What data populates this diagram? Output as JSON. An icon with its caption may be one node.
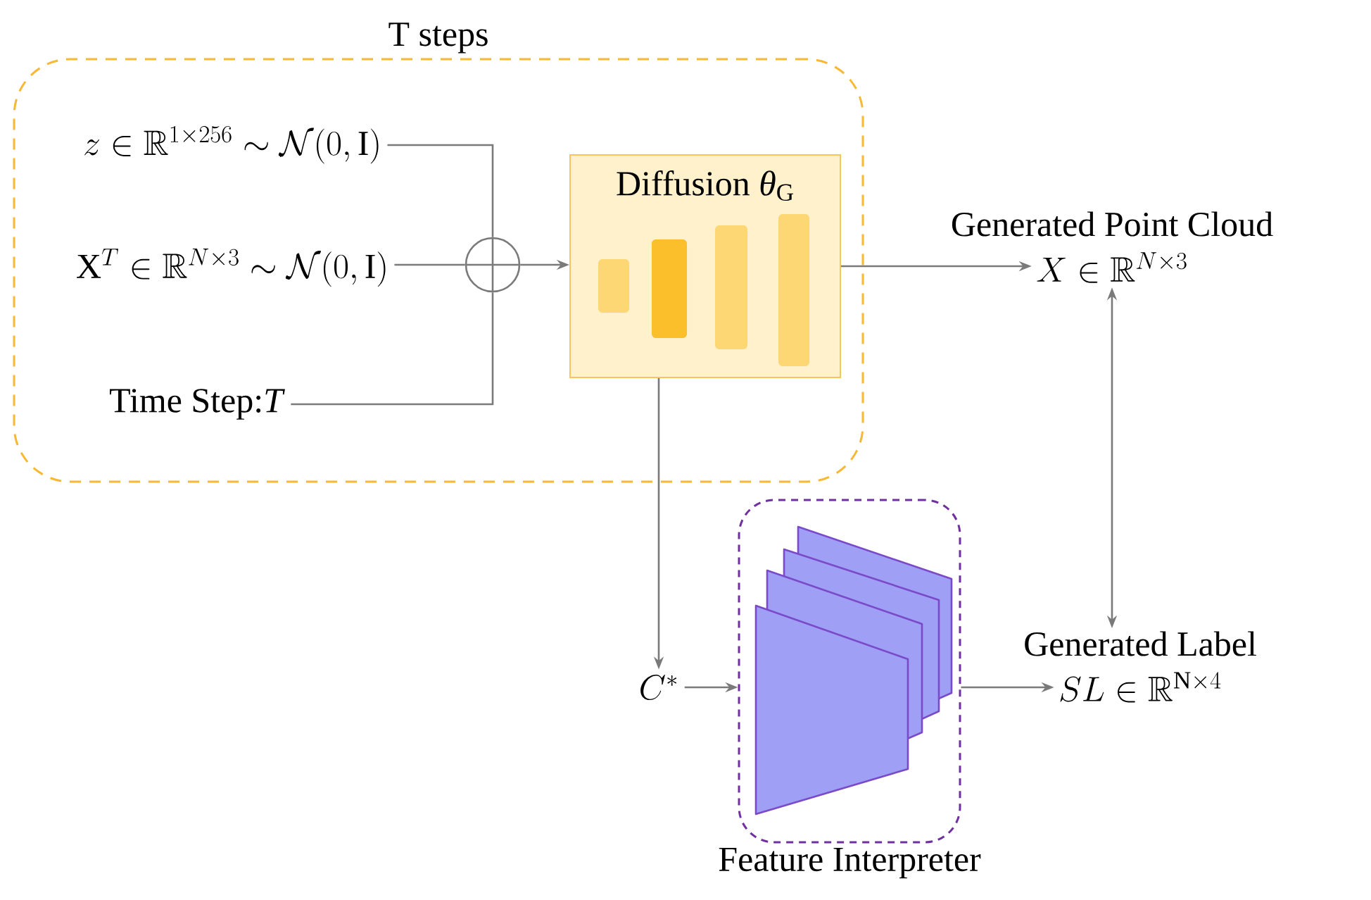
{
  "diagram": {
    "nodes": [
      {
        "text": [
          "T steps"
        ]
      },
      {
        "text": [
          "z \\in \\mathbb{R}^{1\\times 256}\\sim\\mathcal{N}(0,\\mathrm{I})"
        ],
        "in": 0
      },
      {
        "text": [
          "\\mathrm{X}^{T} \\in \\mathbb{R}^{N\\times 3}\\sim\\mathcal{N}(0,\\mathrm{I})"
        ],
        "in": 0
      },
      {
        "text": [
          "Time Step:*T*"
        ],
        "in": 0
      },
      {
        "text": [],
        "shape": "circle",
        "in": 0
      },
      {
        "text": [
          "Diffusion *θ*$_{G}$"
        ],
        "in": 0
      },
      {
        "text": [
          "Generated Point Cloud",
          "X \\in \\mathbb{R}^{N\\times 3}"
        ]
      },
      {
        "text": [
          "C^{*}"
        ]
      },
      {
        "text": [
          "Feature Interpreter"
        ]
      },
      {
        "text": [
          "Generated Label",
          "SL \\in \\mathbb{R}^{\\mathrm{N}\\times 4}"
        ]
      }
    ],
    "edges": [
      {
        "from": 1,
        "to": 4,
        "arrow": "none"
      },
      {
        "from": 2,
        "to": 4,
        "arrow": "none"
      },
      {
        "from": 3,
        "to": 4,
        "arrow": "none"
      },
      {
        "from": 4,
        "to": 5,
        "arrow": "to"
      },
      {
        "from": 5,
        "to": 6,
        "arrow": "to"
      },
      {
        "from": 5,
        "to": 7,
        "arrow": "to"
      },
      {
        "from": 7,
        "to": 8,
        "arrow": "to"
      },
      {
        "from": 8,
        "to": 9,
        "arrow": "to"
      },
      {
        "from": 6,
        "to": 9,
        "arrow": "both"
      }
    ]
  }
}
